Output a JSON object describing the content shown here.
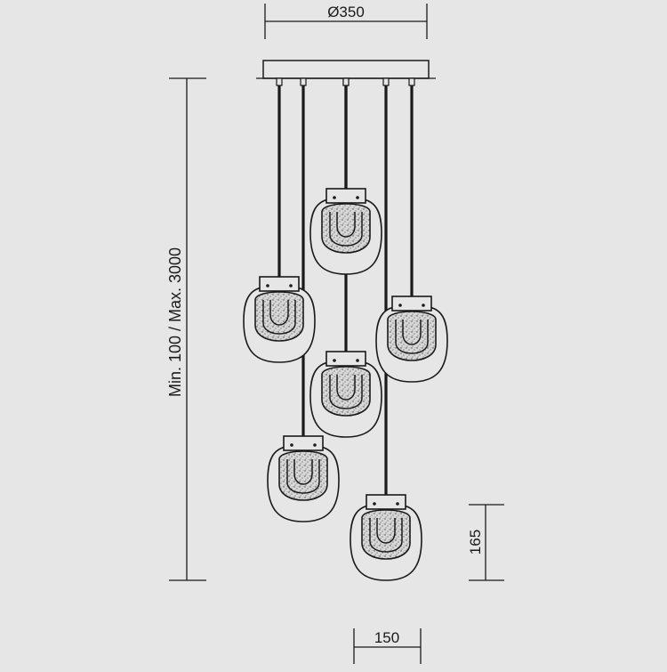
{
  "drawing": {
    "background": "#e6e6e6",
    "line_color": "#1a1a1a",
    "canopy_diameter_label": "Ø350",
    "suspension_length_label": "Min. 100 / Max. 3000",
    "shade_height_label": "165",
    "shade_width_label": "150",
    "pendant_count": 6,
    "pendants": [
      {
        "id": "pendant-1",
        "name": "pendant-upper-center"
      },
      {
        "id": "pendant-2",
        "name": "pendant-middle-left"
      },
      {
        "id": "pendant-3",
        "name": "pendant-middle-right"
      },
      {
        "id": "pendant-4",
        "name": "pendant-center"
      },
      {
        "id": "pendant-5",
        "name": "pendant-lower-left"
      },
      {
        "id": "pendant-6",
        "name": "pendant-bottom-right"
      }
    ]
  }
}
